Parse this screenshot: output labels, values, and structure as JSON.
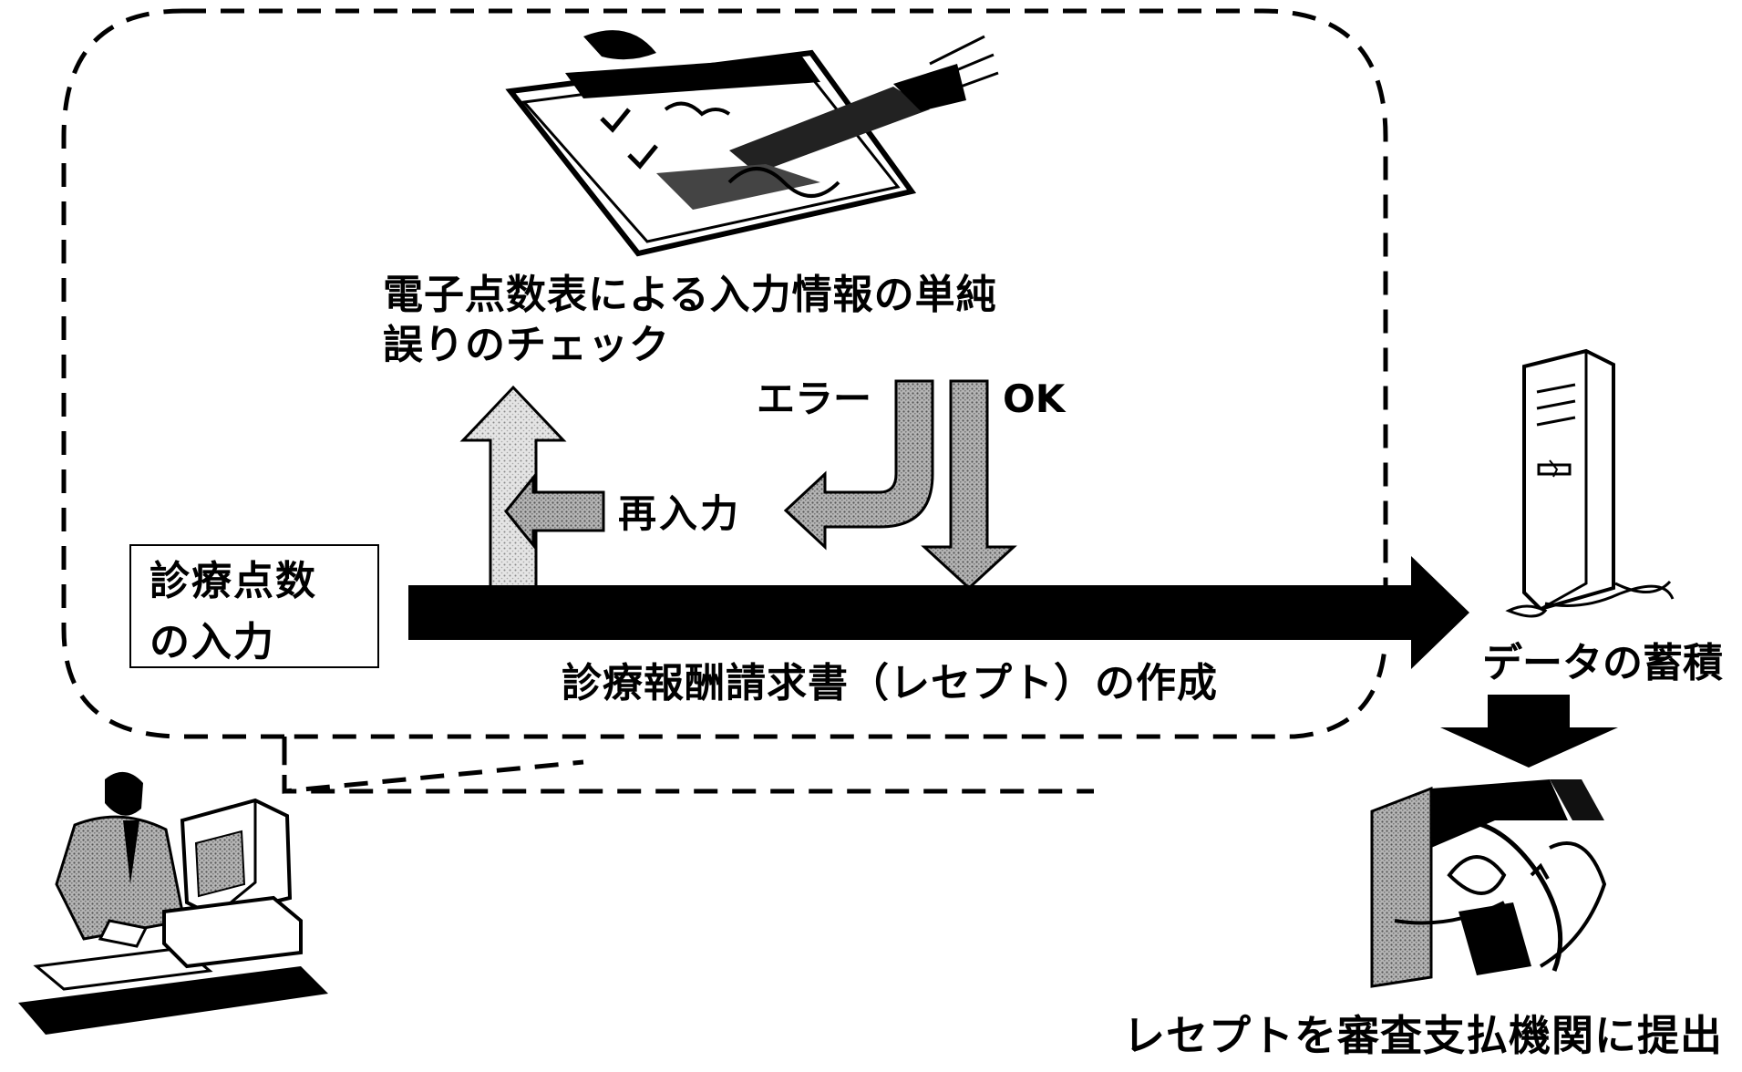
{
  "diagram": {
    "check_label_line1": "電子点数表による入力情報の単純",
    "check_label_line2": "誤りのチェック",
    "error_label": "エラー",
    "ok_label": "OK",
    "reinput_label": "再入力",
    "input_box_line1": "診療点数",
    "input_box_line2": "の入力",
    "main_process_label": "診療報酬請求書（レセプト）の作成",
    "storage_label": "データの蓄積",
    "submit_label": "レセプトを審査支払機関に提出"
  },
  "colors": {
    "ink": "#000000",
    "arrow_light": "#d8d8d8",
    "arrow_mid": "#9a9a9a",
    "background": "#ffffff"
  },
  "icons": [
    "document-check-icon",
    "computer-tower-icon",
    "person-at-computer-icon",
    "submission-abstract-icon"
  ]
}
